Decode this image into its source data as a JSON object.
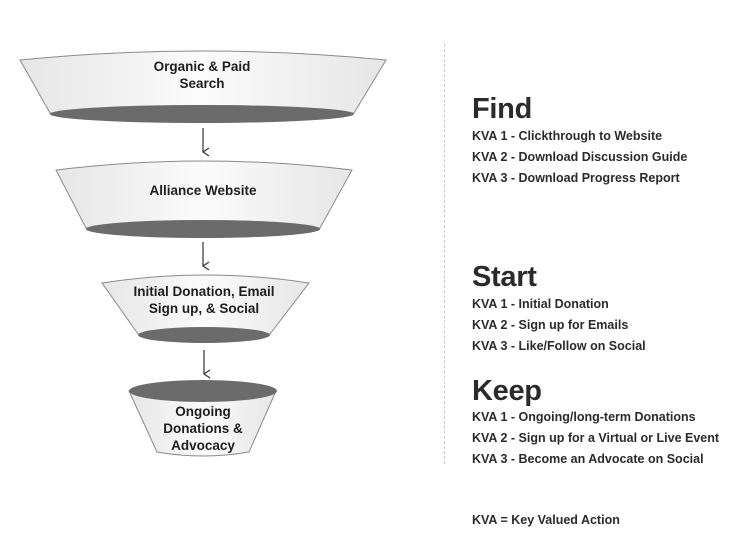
{
  "stages": [
    {
      "lines": [
        "Organic & Paid",
        "Search"
      ]
    },
    {
      "lines": [
        "Alliance Website"
      ]
    },
    {
      "lines": [
        "Initial Donation, Email",
        "Sign up, & Social"
      ]
    },
    {
      "lines": [
        "Ongoing",
        "Donations &",
        "Advocacy"
      ]
    }
  ],
  "phases": [
    {
      "title": "Find",
      "kvas": [
        "KVA 1 - Clickthrough to Website",
        "KVA 2 - Download Discussion Guide",
        "KVA 3 - Download Progress Report"
      ]
    },
    {
      "title": "Start",
      "kvas": [
        "KVA 1 - Initial Donation",
        "KVA 2 - Sign up for Emails",
        "KVA 3 - Like/Follow on Social"
      ]
    },
    {
      "title": "Keep",
      "kvas": [
        "KVA 1 - Ongoing/long-term Donations",
        "KVA 2 - Sign up for a Virtual or Live Event",
        "KVA 3 - Become an Advocate on Social"
      ]
    }
  ],
  "footnote": "KVA = Key Valued Action",
  "colors": {
    "cone_fill": "#f4f4f4",
    "cone_stroke": "#8a8a8a",
    "shadow": "#6b6b6b",
    "text": "#262626"
  }
}
